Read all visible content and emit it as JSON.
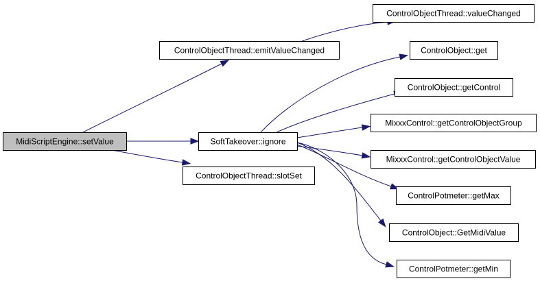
{
  "diagram": {
    "type": "call-graph",
    "nodes": [
      {
        "id": "root",
        "label": "MidiScriptEngine::setValue",
        "root": true
      },
      {
        "id": "emit",
        "label": "ControlObjectThread::emitValueChanged"
      },
      {
        "id": "ignore",
        "label": "SoftTakeover::ignore"
      },
      {
        "id": "slotset",
        "label": "ControlObjectThread::slotSet"
      },
      {
        "id": "valchanged",
        "label": "ControlObjectThread::valueChanged"
      },
      {
        "id": "coget",
        "label": "ControlObject::get"
      },
      {
        "id": "cogetcontrol",
        "label": "ControlObject::getControl"
      },
      {
        "id": "mcgroup",
        "label": "MixxxControl::getControlObjectGroup"
      },
      {
        "id": "mcvalue",
        "label": "MixxxControl::getControlObjectValue"
      },
      {
        "id": "cpmax",
        "label": "ControlPotmeter::getMax"
      },
      {
        "id": "cogetmidi",
        "label": "ControlObject::GetMidiValue"
      },
      {
        "id": "cpmin",
        "label": "ControlPotmeter::getMin"
      }
    ],
    "edges": [
      {
        "from": "root",
        "to": "emit"
      },
      {
        "from": "root",
        "to": "ignore"
      },
      {
        "from": "root",
        "to": "slotset"
      },
      {
        "from": "emit",
        "to": "valchanged"
      },
      {
        "from": "ignore",
        "to": "coget"
      },
      {
        "from": "ignore",
        "to": "cogetcontrol"
      },
      {
        "from": "ignore",
        "to": "mcgroup"
      },
      {
        "from": "ignore",
        "to": "mcvalue"
      },
      {
        "from": "ignore",
        "to": "cpmax"
      },
      {
        "from": "ignore",
        "to": "cogetmidi"
      },
      {
        "from": "ignore",
        "to": "cpmin"
      }
    ],
    "colors": {
      "edge": "#191970",
      "root_fill": "#bfbfbf",
      "node_fill": "#ffffff",
      "border": "#000000"
    }
  }
}
